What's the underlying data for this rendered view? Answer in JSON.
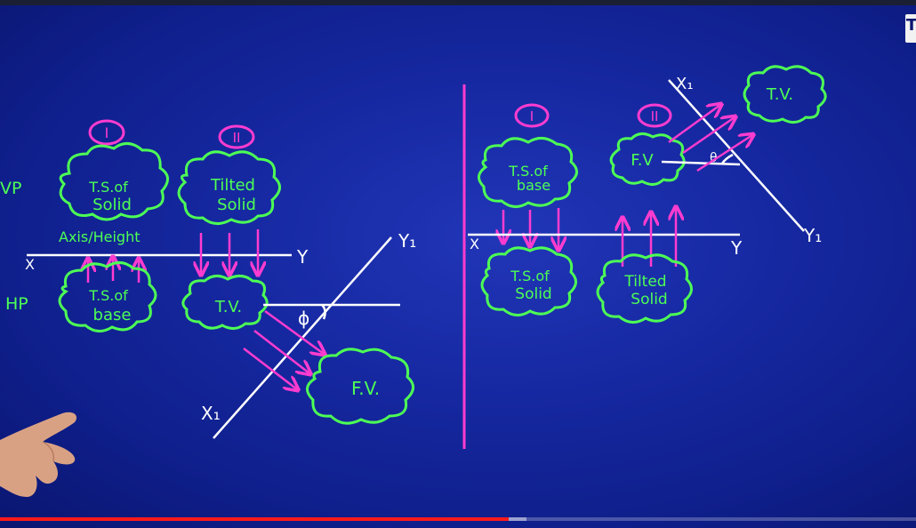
{
  "video": {
    "channel_logo": "T",
    "progress": 0.555,
    "buffered": 0.575,
    "colors": {
      "played": "#ff1a1a",
      "board": "#1729a3",
      "cloud": "#4dff55",
      "arrow": "#ff3ccf",
      "line": "#ffffff"
    }
  },
  "left_diagram": {
    "plane_vp": "VP",
    "plane_hp": "HP",
    "stage1_marker": "I",
    "stage2_marker": "II",
    "ts_solid": [
      "T.S.of",
      "Solid"
    ],
    "tilted_solid": [
      "Tilted",
      "Solid"
    ],
    "axis_height": "Axis/Height",
    "ts_base": [
      "T.S.of",
      "base"
    ],
    "tv": "T.V.",
    "fv": "F.V.",
    "x_label": "X",
    "y_label": "Y",
    "x1_label": "X₁",
    "y1_label": "Y₁",
    "angle_label": "ϕ"
  },
  "right_diagram": {
    "stage1_marker": "I",
    "stage2_marker": "II",
    "ts_base": [
      "T.S.of",
      "base"
    ],
    "ts_solid": [
      "T.S.of",
      "Solid"
    ],
    "fv": "F.V",
    "tilted_solid": [
      "Tilted",
      "Solid"
    ],
    "tv": "T.V.",
    "x_label": "X",
    "y_label": "Y",
    "x1_label": "X₁",
    "y1_label": "Y₁",
    "angle_label": "θ"
  }
}
